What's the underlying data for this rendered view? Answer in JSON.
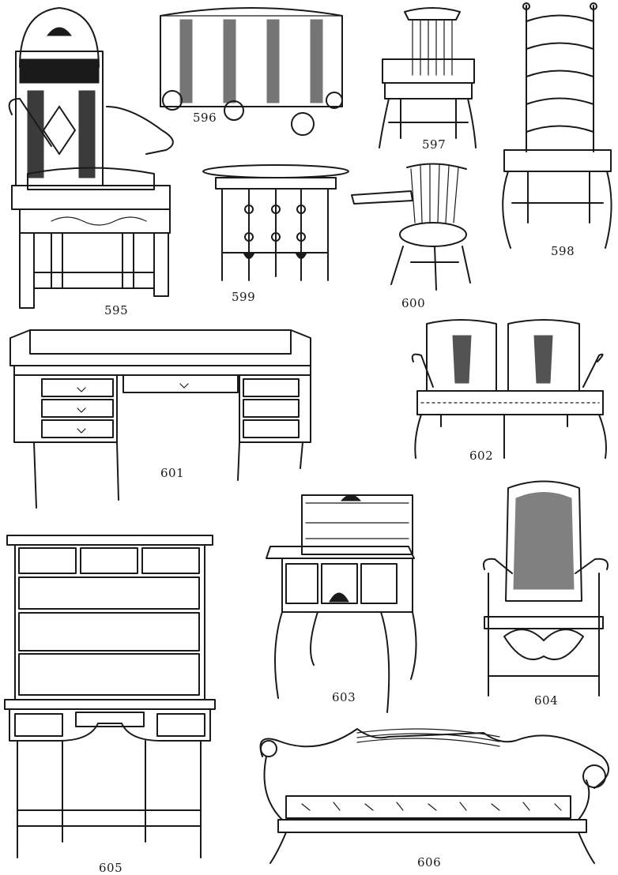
{
  "plate": {
    "figures": [
      {
        "number": "595",
        "drawing": "carved-wainscot-armchair"
      },
      {
        "number": "596",
        "drawing": "painted-chest-on-ball-feet"
      },
      {
        "number": "597",
        "drawing": "windsor-comb-back-armchair"
      },
      {
        "number": "598",
        "drawing": "ladder-back-side-chair"
      },
      {
        "number": "599",
        "drawing": "gateleg-table"
      },
      {
        "number": "600",
        "drawing": "windsor-writing-armchair"
      },
      {
        "number": "601",
        "drawing": "pedestal-writing-desk"
      },
      {
        "number": "602",
        "drawing": "chippendale-settee"
      },
      {
        "number": "603",
        "drawing": "slant-front-desk"
      },
      {
        "number": "604",
        "drawing": "caned-armchair"
      },
      {
        "number": "605",
        "drawing": "high-chest-of-drawers"
      },
      {
        "number": "606",
        "drawing": "scroll-arm-sofa"
      }
    ]
  }
}
